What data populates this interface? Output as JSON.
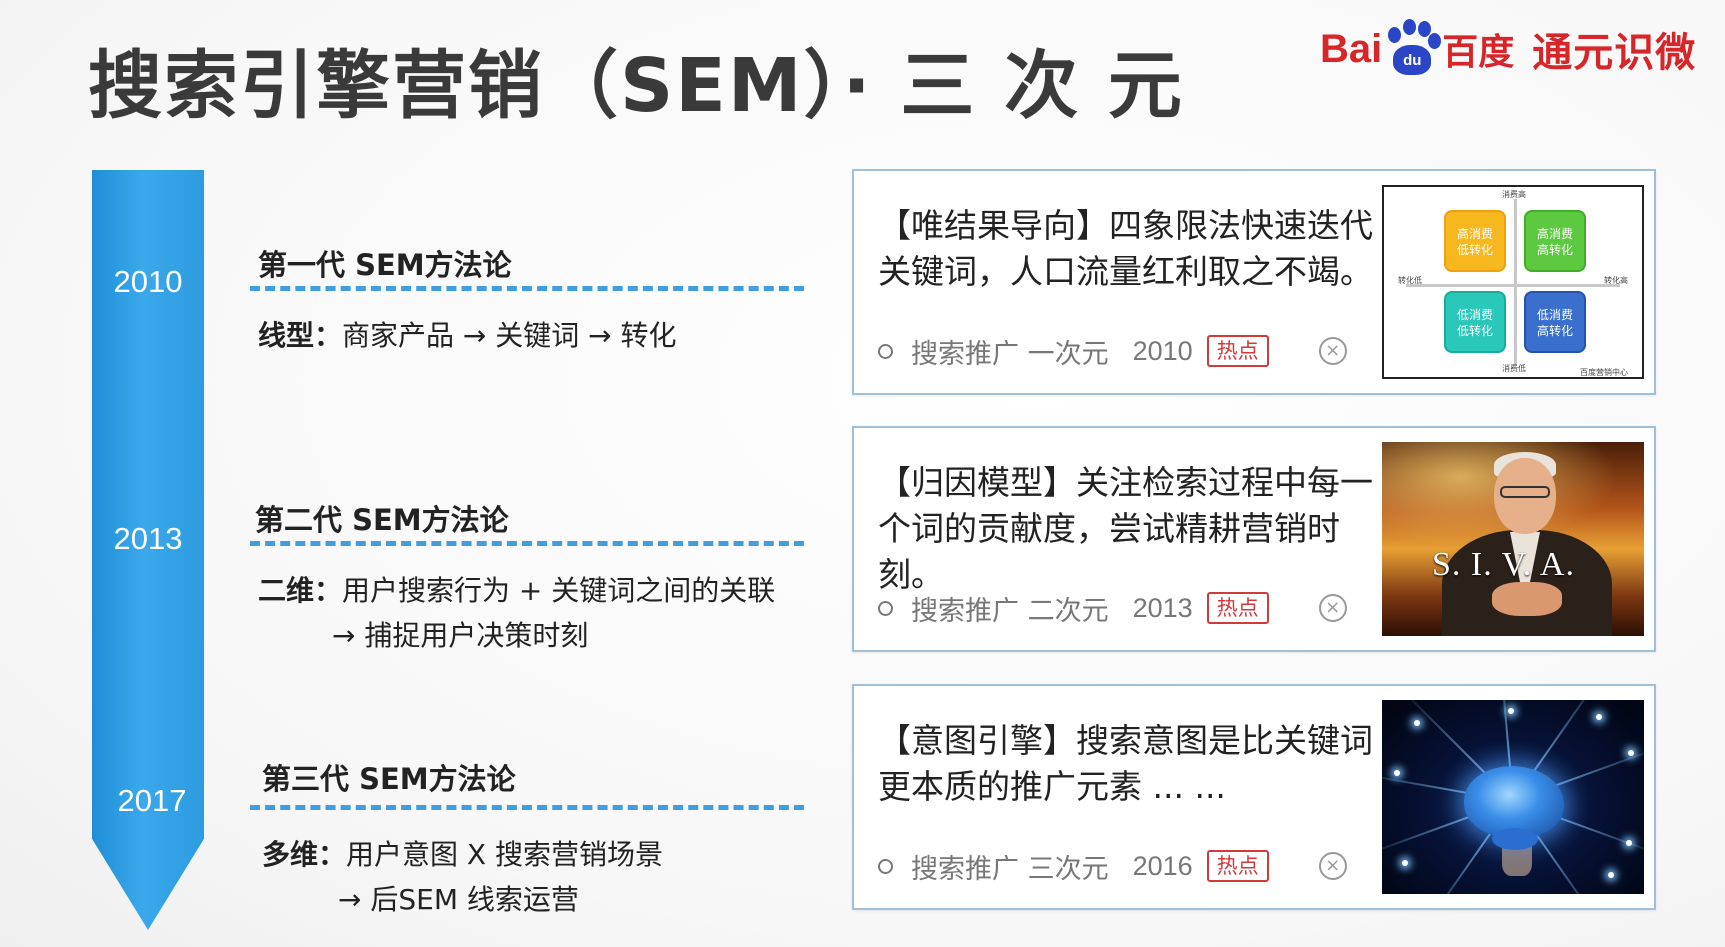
{
  "header": {
    "title": "搜索引擎营销（SEM）· 三 次 元",
    "logo_bai": "Bai",
    "logo_du": "du",
    "logo_baidu_cn": "百度",
    "logo_brand": "通元识微"
  },
  "timeline": {
    "years": [
      "2010",
      "2013",
      "2017"
    ]
  },
  "generations": [
    {
      "title": "第一代 SEM方法论",
      "label": "线型：",
      "desc_line1": "商家产品 → 关键词 → 转化",
      "desc_line2": ""
    },
    {
      "title": "第二代 SEM方法论",
      "label": "二维：",
      "desc_line1": "用户搜索行为 + 关键词之间的关联",
      "desc_line2": "→ 捕捉用户决策时刻"
    },
    {
      "title": "第三代 SEM方法论",
      "label": "多维：",
      "desc_line1": "用户意图 X 搜索营销场景",
      "desc_line2": "→ 后SEM 线索运营"
    }
  ],
  "cards": [
    {
      "text": "【唯结果导向】四象限法快速迭代关键词，人口流量红利取之不竭。",
      "source": "搜索推广 一次元",
      "year": "2010",
      "badge": "热点",
      "image": "quadrant-chart",
      "quadrant_labels": [
        "高消费\n低转化",
        "高消费\n高转化",
        "低消费\n低转化",
        "低消费\n高转化"
      ],
      "axis_labels": [
        "消费高",
        "消费低",
        "转化低",
        "转化高",
        "百度营销中心"
      ]
    },
    {
      "text": "【归因模型】关注检索过程中每一个词的贡献度，尝试精耕营销时刻。",
      "source": "搜索推广 二次元",
      "year": "2013",
      "badge": "热点",
      "image": "speaker-photo",
      "image_text": "S. I. V. A."
    },
    {
      "text": "【意图引擎】搜索意图是比关键词更本质的推广元素 ... ...",
      "source": "搜索推广 三次元",
      "year": "2016",
      "badge": "热点",
      "image": "glowing-brain"
    }
  ],
  "icons": {
    "close": "circle-x-icon",
    "bullet": "circle-dot-icon"
  },
  "colors": {
    "timeline_blue": "#2c9be0",
    "dash_blue": "#3e9ee0",
    "hot_red": "#d23a3a",
    "brand_red": "#d7262a",
    "baidu_blue": "#2a45c6",
    "card_border": "#9fbfdc"
  }
}
